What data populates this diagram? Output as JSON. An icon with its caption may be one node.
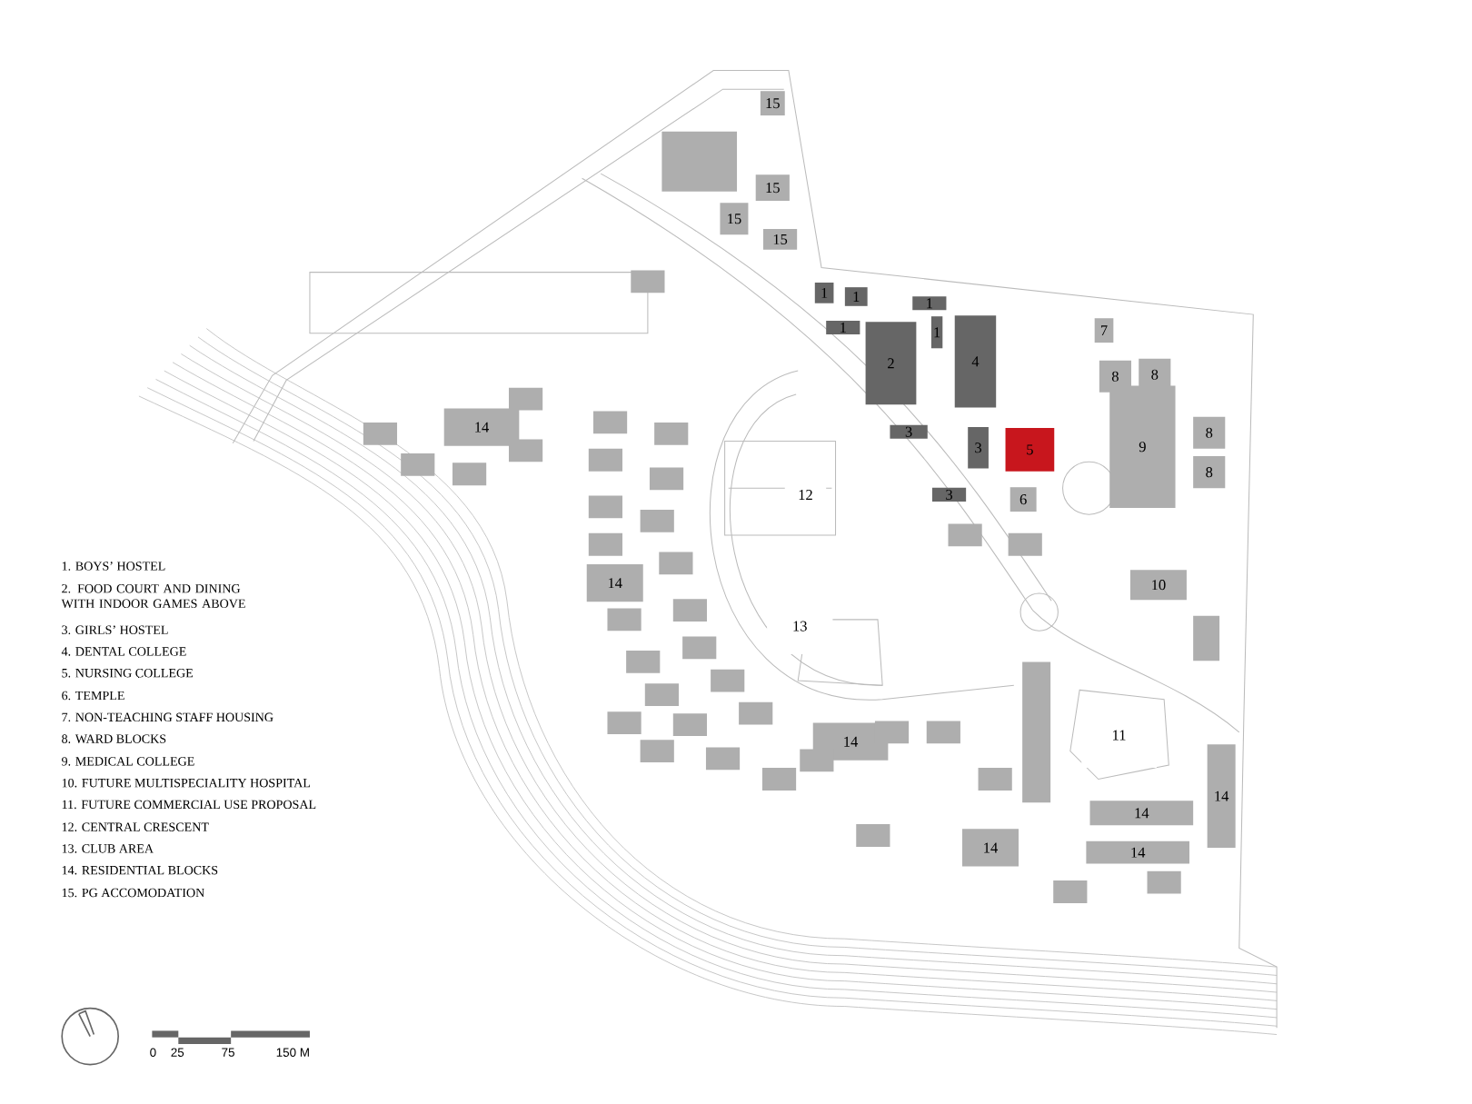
{
  "diagram": {
    "nodes": [
      {
        "text": [
          "15"
        ]
      },
      {
        "text": [
          "15"
        ]
      },
      {
        "text": [
          "15"
        ]
      },
      {
        "text": [
          "15"
        ]
      },
      {
        "text": [
          "1"
        ]
      },
      {
        "text": [
          "1"
        ]
      },
      {
        "text": [
          "1"
        ]
      },
      {
        "text": [
          "1"
        ]
      },
      {
        "text": [
          "1"
        ]
      },
      {
        "text": [
          "2"
        ]
      },
      {
        "text": [
          "4"
        ]
      },
      {
        "text": [
          "7"
        ]
      },
      {
        "text": [
          "8"
        ]
      },
      {
        "text": [
          "8"
        ]
      },
      {
        "text": [
          "14"
        ]
      },
      {
        "text": [
          "3"
        ]
      },
      {
        "text": [
          "3"
        ]
      },
      {
        "text": [
          "5"
        ]
      },
      {
        "text": [
          "9"
        ]
      },
      {
        "text": [
          "8"
        ]
      },
      {
        "text": [
          "8"
        ]
      },
      {
        "text": [
          "3"
        ]
      },
      {
        "text": [
          "12"
        ]
      },
      {
        "text": [
          "6"
        ]
      },
      {
        "text": [
          "14"
        ]
      },
      {
        "text": [
          "10"
        ]
      },
      {
        "text": [
          "13"
        ]
      },
      {
        "text": [
          "11"
        ]
      },
      {
        "text": [
          "14"
        ]
      },
      {
        "text": [
          "14"
        ]
      },
      {
        "text": [
          "14"
        ]
      },
      {
        "text": [
          "14"
        ]
      },
      {
        "text": [
          "14"
        ]
      },
      {
        "text": [],
        "shape": "box"
      },
      {
        "text": [],
        "shape": "box"
      },
      {
        "text": [],
        "shape": "box"
      },
      {
        "text": [],
        "shape": "box"
      },
      {
        "text": [],
        "shape": "box"
      },
      {
        "text": [],
        "shape": "box"
      },
      {
        "text": [],
        "shape": "box"
      },
      {
        "text": [],
        "shape": "box"
      },
      {
        "text": [],
        "shape": "box"
      },
      {
        "text": [],
        "shape": "box"
      },
      {
        "text": [],
        "shape": "box"
      },
      {
        "text": [],
        "shape": "box"
      },
      {
        "text": [],
        "shape": "box"
      },
      {
        "text": [],
        "shape": "box"
      },
      {
        "text": [],
        "shape": "box"
      },
      {
        "text": [],
        "shape": "box"
      },
      {
        "text": [],
        "shape": "box"
      },
      {
        "text": [],
        "shape": "box"
      },
      {
        "text": [],
        "shape": "box"
      },
      {
        "text": [],
        "shape": "box"
      },
      {
        "text": [],
        "shape": "box"
      },
      {
        "text": [],
        "shape": "box"
      },
      {
        "text": [],
        "shape": "box"
      },
      {
        "text": [],
        "shape": "box"
      },
      {
        "text": [],
        "shape": "box"
      },
      {
        "text": [],
        "shape": "box"
      },
      {
        "text": [],
        "shape": "box"
      },
      {
        "text": [],
        "shape": "box"
      },
      {
        "text": [],
        "shape": "box"
      },
      {
        "text": [],
        "shape": "box"
      },
      {
        "text": [],
        "shape": "box"
      },
      {
        "text": [],
        "shape": "box"
      },
      {
        "text": [],
        "shape": "box"
      },
      {
        "text": [],
        "shape": "box"
      },
      {
        "text": [],
        "shape": "box"
      },
      {
        "text": [],
        "shape": "box"
      },
      {
        "text": [],
        "shape": "box"
      },
      {
        "text": [],
        "shape": "box"
      }
    ],
    "labels": [
      "1. BOYS’ HOSTEL",
      "2. FOOD COURT AND DINING WITH INDOOR GAMES ABOVE",
      "3. GIRLS’ HOSTEL",
      "4. DENTAL COLLEGE",
      "5. NURSING COLLEGE",
      "6. TEMPLE",
      "7. NON-TEACHING STAFF HOUSING",
      "8. WARD BLOCKS",
      "9. MEDICAL COLLEGE",
      "10. FUTURE MULTISPECIALITY HOSPITAL",
      "11. FUTURE COMMERCIAL USE PROPOSAL",
      "12. CENTRAL CRESCENT",
      "13. CLUB AREA",
      "14. RESIDENTIAL BLOCKS",
      "15. PG ACCOMODATION",
      "0",
      "25",
      "75",
      "150 M"
    ]
  }
}
